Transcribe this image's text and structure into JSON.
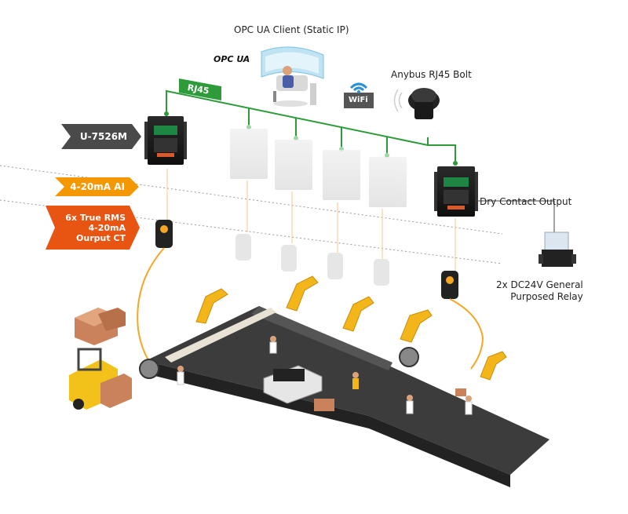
{
  "labels": {
    "opc_client": "OPC UA Client (Static IP)",
    "opc_logo": "OPC UA",
    "rj45": "RJ45",
    "wifi": "WiFi",
    "anybus": "Anybus RJ45 Bolt",
    "u7526m": "U-7526M",
    "ai": "4-20mA AI",
    "ct_line1": "6x True RMS",
    "ct_line2": "4-20mA",
    "ct_line3": "Ourput CT",
    "dry_contact": "Dry Contact Output",
    "relay_line1": "2x DC24V General",
    "relay_line2": "Purposed Relay"
  },
  "colors": {
    "network_green": "#2e9b3a",
    "tag_dark": "#4a4a4a",
    "tag_orange": "#f39800",
    "tag_red_orange": "#e85412",
    "conveyor": "#3c3c3c",
    "robot_yellow": "#f2b51a",
    "cable_orange": "#f5a623"
  }
}
